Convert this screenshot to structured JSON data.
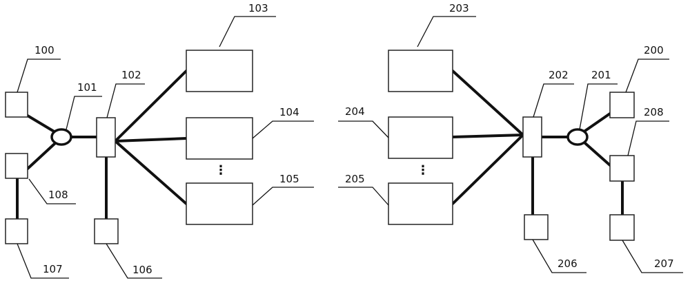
{
  "labels": {
    "n100": "100",
    "n101": "101",
    "n102": "102",
    "n103": "103",
    "n104": "104",
    "n105": "105",
    "n106": "106",
    "n107": "107",
    "n108": "108",
    "n200": "200",
    "n201": "201",
    "n202": "202",
    "n203": "203",
    "n204": "204",
    "n205": "205",
    "n206": "206",
    "n207": "207",
    "n208": "208"
  },
  "ellipsis": {
    "left": "⋮",
    "right": "⋮"
  }
}
